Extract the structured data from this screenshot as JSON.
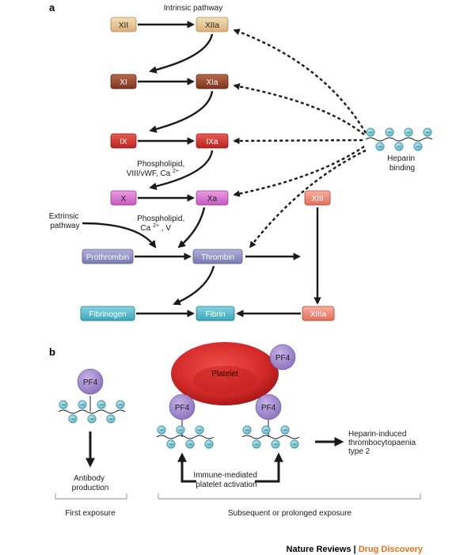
{
  "panel_a_label": "a",
  "panel_b_label": "b",
  "intrinsic_label": "Intrinsic pathway",
  "extrinsic_label": [
    "Extrinsic",
    "pathway"
  ],
  "cofactor1": [
    "Phospholipid,",
    "VIII/vWF, Ca",
    "2+"
  ],
  "cofactor2": [
    "Phospholipid,",
    "Ca",
    "2+",
    ", V"
  ],
  "heparin_binding": [
    "Heparin",
    "binding"
  ],
  "nodes": {
    "XII": "XII",
    "XIIa": "XIIa",
    "XI": "XI",
    "XIa": "XIa",
    "IX": "IX",
    "IXa": "IXa",
    "X": "X",
    "Xa": "Xa",
    "prothrombin": "Prothrombin",
    "thrombin": "Thrombin",
    "fibrinogen": "Fibrinogen",
    "fibrin": "Fibrin",
    "XIII": "XIII",
    "XIIIa": "XIIIa"
  },
  "pf4": "PF4",
  "platelet": "Platelet",
  "minus": "−",
  "antibody": [
    "Antibody",
    "production"
  ],
  "immune": [
    "Immune-mediated",
    "platelet activation"
  ],
  "hit": [
    "Heparin-induced",
    "thrombocytopaenia",
    "type 2"
  ],
  "first_exposure": "First exposure",
  "subsequent_exposure": "Subsequent or prolonged exposure",
  "credit_journal": "Nature Reviews",
  "credit_sep": " | ",
  "credit_section": "Drug Discovery",
  "colors": {
    "tan": "#e6c897",
    "brown": "#9c4a2c",
    "red": "#d9332d",
    "magenta": "#d96fd0",
    "lavender": "#8e8fc2",
    "teal": "#4cb8c8",
    "salmon": "#ef8a76",
    "pf4": "#a38ad0",
    "platelet": "#d42a2a",
    "bead": "#7cc8d8",
    "credit_orange": "#e8731a"
  }
}
